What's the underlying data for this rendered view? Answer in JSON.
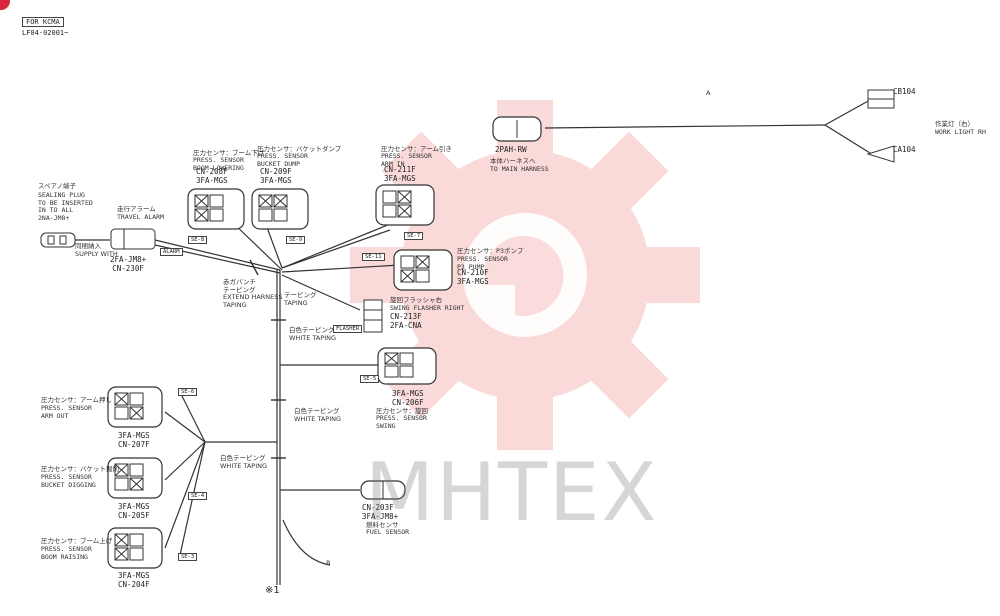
{
  "header": {
    "kcma_tag": "FOR KCMA",
    "serial": "LF04-02001~"
  },
  "watermark": {
    "text": "MHTEX",
    "color": "#e53935"
  },
  "footnote": "※1",
  "connectors": {
    "sealing_plug": {
      "jp": "スペアノ端子",
      "en": "SEALING PLUG\nTO BE INSERTED\nIN TO ALL\n2NA-JM8+"
    },
    "travel_alarm": {
      "jp": "走行アラーム",
      "en": "TRAVEL ALARM",
      "code": "2FA-JM8+\nCN-230F",
      "tag": "ALARM"
    },
    "boom_lowering": {
      "jp": "圧力センサ：ブーム下げ",
      "en": "PRESS. SENSOR\nBOOM LOWERING",
      "code": "CN-208F\n3FA-MGS",
      "tag": "SE-8"
    },
    "bucket_dump": {
      "jp": "圧力センサ：バケットダンプ",
      "en": "PRESS. SENSOR\nBUCKET DUMP",
      "code": "CN-209F\n3FA-MGS",
      "tag": "SE-9"
    },
    "arm_in": {
      "jp": "圧力センサ：アーム引き",
      "en": "PRESS. SENSOR\nARM IN",
      "code": "CN-211F\n3FA-MGS",
      "tag": "SE-7"
    },
    "p3_pump": {
      "jp": "圧力センサ：P3ポンプ",
      "en": "PRESS. SENSOR\nP3 PUMP",
      "code": "CN-210F\n3FA-MGS",
      "tag": "SE-11"
    },
    "main_harness": {
      "code": "2PAH-RW",
      "jp": "本体ハーネスへ",
      "en": "TO MAIN HARNESS"
    },
    "cb104": {
      "code": "CB104"
    },
    "ca104": {
      "code": "CA104"
    },
    "work_light": {
      "jp": "作業灯（右）",
      "en": "WORK LIGHT RH"
    },
    "swing_flasher": {
      "jp": "旋回フラッシャ右",
      "en": "SWING FLASHER RIGHT",
      "code": "CN-213F\n2FA-CNA",
      "tag": "FLASHER"
    },
    "swing": {
      "jp": "圧力センサ：旋回",
      "en": "PRESS. SENSOR\nSWING",
      "code": "3FA-MGS\nCN-206F",
      "tag": "SE-5"
    },
    "arm_out": {
      "jp": "圧力センサ：アーム押し",
      "en": "PRESS. SENSOR\nARM OUT",
      "code": "3FA-MGS\nCN-207F",
      "tag": "SE-6"
    },
    "bucket_digging": {
      "jp": "圧力センサ：バケット掘削",
      "en": "PRESS. SENSOR\nBUCKET DIGGING",
      "code": "3FA-MGS\nCN-205F",
      "tag": "SE-4"
    },
    "boom_raising": {
      "jp": "圧力センサ：ブーム上げ",
      "en": "PRESS. SENSOR\nBOOM RAISING",
      "code": "3FA-MGS\nCN-204F",
      "tag": "SE-3"
    },
    "fuel_sensor": {
      "code": "CN-203F\n3FA-JM8+",
      "jp": "燃料センサ",
      "en": "FUEL SENSOR"
    }
  },
  "annotations": {
    "supply_with": "同梱納入\nSUPPLY WITH",
    "extend_taping": "赤ガバンチ\nテーピング\nEXTEND HARNESS\nTAPING",
    "taping": "テーピング\nTAPING",
    "white_taping_1": "白色テーピング\nWHITE TAPING",
    "white_taping_2": "白色テーピング\nWHITE TAPING",
    "white_taping_3": "白色テーピング\nWHITE TAPING",
    "leader_a": "A",
    "leader_b": "B"
  }
}
